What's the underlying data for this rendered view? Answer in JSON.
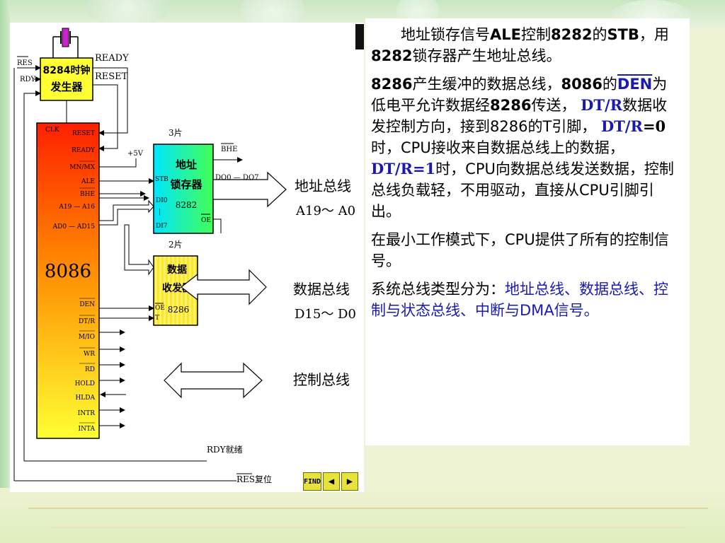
{
  "diagram": {
    "res_label": "RES",
    "rdy_label": "RDY",
    "clock_title_1": "8284时钟",
    "clock_title_2": "发生器",
    "ready_out": "READY",
    "reset_out": "RESET",
    "cpu_name": "8086",
    "cpu_pins": [
      "CLK",
      "RESET",
      "READY",
      "MN/MX",
      "ALE",
      "BHE",
      "A19 — A16",
      "AD0 — AD15",
      "DEN",
      "DT/R",
      "M/IO",
      "WR",
      "RD",
      "HOLD",
      "HLDA",
      "INTR",
      "INTA"
    ],
    "plus5v": "+5V",
    "latch_count": "3片",
    "latch_title_1": "地址",
    "latch_title_2": "锁存器",
    "latch_model": "8282",
    "latch_stb": "STB",
    "latch_di0": "DI0",
    "latch_bar": "|",
    "latch_di7": "DI7",
    "latch_do": "DO0 — DO7",
    "latch_oe": "OE",
    "bhe_out": "BHE",
    "trans_count": "2片",
    "trans_title_1": "数据",
    "trans_title_2": "收发器",
    "trans_model": "8286",
    "trans_oe": "OE",
    "trans_t": "T",
    "addr_bus_name": "地址总线",
    "addr_bus_range": "A19～ A0",
    "data_bus_name": "数据总线",
    "data_bus_range": "D15～ D0",
    "ctrl_bus_name": "控制总线",
    "rdy_ready_label": "RDY就绪",
    "res_reset_label": "RES复位"
  },
  "text": {
    "p1_a": "地址锁存信号",
    "p1_ale": "ALE",
    "p1_b": "控制",
    "p1_8282": "8282",
    "p1_c": "的",
    "p1_stb": "STB",
    "p1_d": "，用",
    "p1_8282b": "8282",
    "p1_e": "锁存器产生地址总线。",
    "p2_8286": "8286",
    "p2_a": "产生缓冲的数据总线，",
    "p2_8086": "8086",
    "p2_b": "的",
    "p2_den": "DEN",
    "p2_c": "为低电平允许数据经",
    "p2_8286b": "8286",
    "p2_d": "传送，",
    "p2_dtr1": "DT/R",
    "p2_e": "数据收发控制方向，接到8286的T引脚，",
    "p2_dtr0": "DT/R",
    "p2_eq0": "=0",
    "p2_f": "时，CPU接收来自数据总线上的数据，",
    "p2_dtr2": "DT/R=1",
    "p2_g": "时，CPU向数据总线发送数据，控制总线负载轻，不用驱动，直接从CPU引脚引出。",
    "p3": "在最小工作模式下，CPU提供了所有的控制信号。",
    "p4_a": "系统总线类型分为：",
    "p4_b": "地址总线、数据总线、控制与状态总线、中断与DMA信号。"
  },
  "nav": {
    "find_label": "FIND",
    "prev_icon": "◀",
    "next_icon": "▶"
  },
  "colors": {
    "cpu_top": "#ff2a00",
    "cpu_bottom": "#ffff33",
    "latch_left": "#00e5ff",
    "latch_right": "#33ff66",
    "transceiver": "#ffee44",
    "text_blue": "#1a1ab0",
    "clock_box": "#ffff33"
  }
}
